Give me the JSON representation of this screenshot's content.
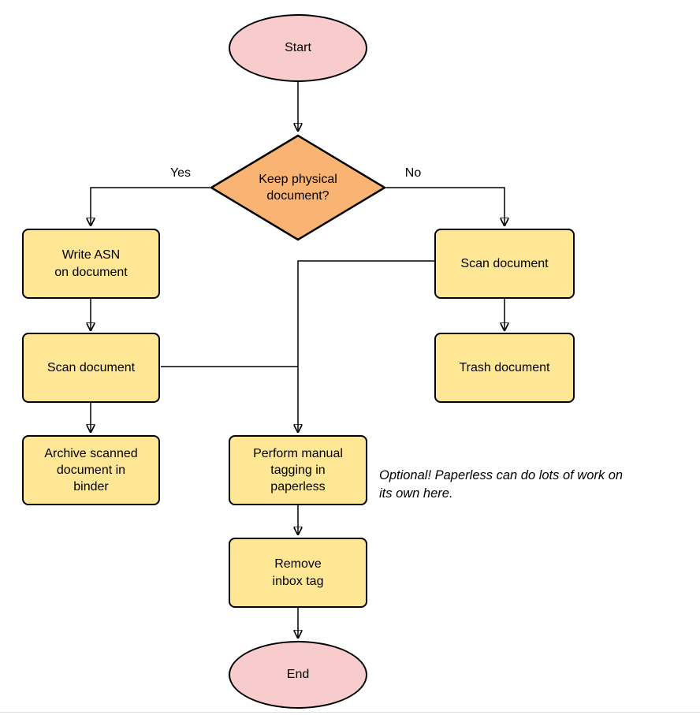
{
  "diagram": {
    "nodes": {
      "start": {
        "label": "Start"
      },
      "decision": {
        "label": "Keep physical\ndocument?"
      },
      "write_asn": {
        "label": "Write ASN\non document"
      },
      "scan_left": {
        "label": "Scan document"
      },
      "archive": {
        "label": "Archive scanned\ndocument in\nbinder"
      },
      "scan_right": {
        "label": "Scan document"
      },
      "trash": {
        "label": "Trash document"
      },
      "tagging": {
        "label": "Perform manual\ntagging in\npaperless"
      },
      "remove_inbox": {
        "label": "Remove\ninbox tag"
      },
      "end": {
        "label": "End"
      }
    },
    "edge_labels": {
      "yes": "Yes",
      "no": "No"
    },
    "annotation": "Optional! Paperless can do lots of work on\nits own here.",
    "colors": {
      "terminal_fill": "#F8CCCC",
      "decision_fill": "#F9B473",
      "process_fill": "#FFE795",
      "stroke": "#000000"
    }
  }
}
